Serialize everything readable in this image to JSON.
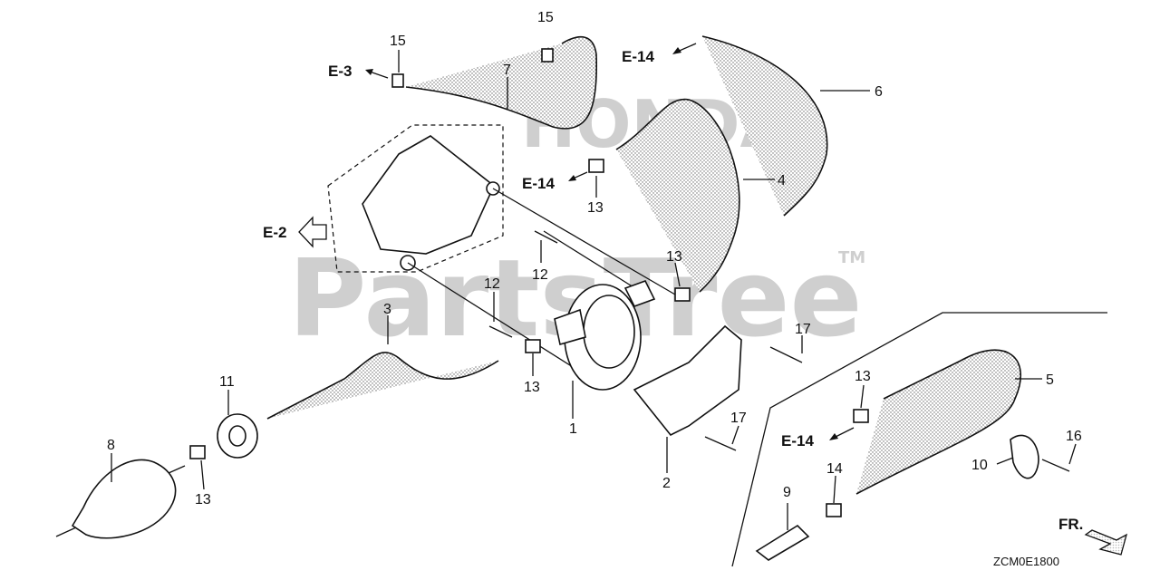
{
  "watermark": {
    "brand": "PartsTree",
    "trademark": "TM",
    "faded_logo": "HONDA"
  },
  "diagram_code": "ZCM0E1800",
  "direction_marker": "FR.",
  "callouts": [
    {
      "id": "c1",
      "text": "1"
    },
    {
      "id": "c2",
      "text": "2"
    },
    {
      "id": "c3",
      "text": "3"
    },
    {
      "id": "c4",
      "text": "4"
    },
    {
      "id": "c5",
      "text": "5"
    },
    {
      "id": "c6",
      "text": "6"
    },
    {
      "id": "c7",
      "text": "7"
    },
    {
      "id": "c8",
      "text": "8"
    },
    {
      "id": "c9",
      "text": "9"
    },
    {
      "id": "c10",
      "text": "10"
    },
    {
      "id": "c11",
      "text": "11"
    },
    {
      "id": "c12a",
      "text": "12"
    },
    {
      "id": "c12b",
      "text": "12"
    },
    {
      "id": "c13a",
      "text": "13"
    },
    {
      "id": "c13b",
      "text": "13"
    },
    {
      "id": "c13c",
      "text": "13"
    },
    {
      "id": "c13d",
      "text": "13"
    },
    {
      "id": "c13e",
      "text": "13"
    },
    {
      "id": "c14",
      "text": "14"
    },
    {
      "id": "c15a",
      "text": "15"
    },
    {
      "id": "c15b",
      "text": "15"
    },
    {
      "id": "c16",
      "text": "16"
    },
    {
      "id": "c17a",
      "text": "17"
    },
    {
      "id": "c17b",
      "text": "17"
    }
  ],
  "references": [
    {
      "id": "r1",
      "text": "E-3"
    },
    {
      "id": "r2",
      "text": "E-14"
    },
    {
      "id": "r3",
      "text": "E-14"
    },
    {
      "id": "r4",
      "text": "E-2"
    },
    {
      "id": "r5",
      "text": "E-14"
    }
  ]
}
